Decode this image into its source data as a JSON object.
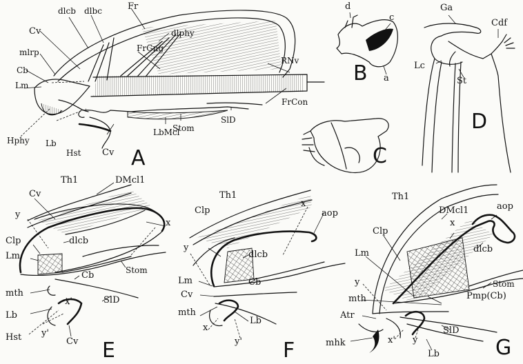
{
  "panels": [
    {
      "letter": "A",
      "labels": [
        "dlcb",
        "dlbc",
        "Fr",
        "Cv",
        "dlphy",
        "mlrp",
        "FrGng",
        "Cb",
        "RNv",
        "Lm",
        "FrCon",
        "SlD",
        "Stom",
        "LbMcl",
        "Hphy",
        "Lb",
        "Hst",
        "Cv"
      ]
    },
    {
      "letter": "B",
      "labels": [
        "d",
        "c",
        "a"
      ]
    },
    {
      "letter": "C",
      "labels": []
    },
    {
      "letter": "D",
      "labels": [
        "Ga",
        "Cdf",
        "Lc",
        "St"
      ]
    },
    {
      "letter": "E",
      "labels": [
        "Th1",
        "DMcl1",
        "Cv",
        "y",
        "x",
        "Clp",
        "dlcb",
        "Lm",
        "Stom",
        "Cb",
        "mth",
        "SlD",
        "x'",
        "Lb",
        "Hst",
        "y'",
        "Cv"
      ]
    },
    {
      "letter": "F",
      "labels": [
        "Th1",
        "Clp",
        "x",
        "aop",
        "y",
        "dlcb",
        "Lm",
        "Cb",
        "Cv",
        "mth",
        "x",
        "Lb",
        "y'"
      ]
    },
    {
      "letter": "G",
      "labels": [
        "Th1",
        "DMcl1",
        "aop",
        "Clp",
        "x",
        "dlcb",
        "Lm",
        "Stom",
        "y",
        "mth",
        "Pmp(Cb)",
        "Atr",
        "SlD",
        "mhk",
        "x'",
        "y",
        "Lb"
      ]
    }
  ]
}
